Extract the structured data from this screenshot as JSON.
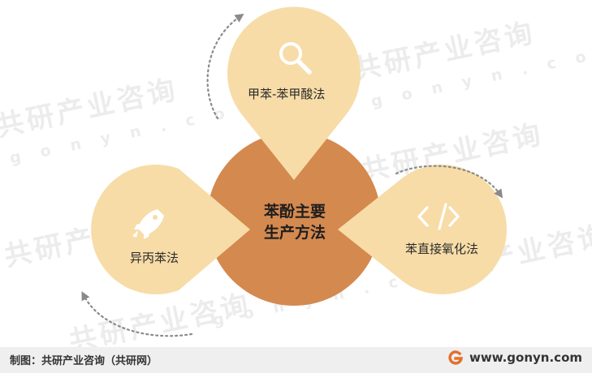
{
  "center": {
    "line1": "苯酚主要",
    "line2": "生产方法"
  },
  "methods": [
    {
      "label": "甲苯-苯甲酸法",
      "icon": "magnifier-icon"
    },
    {
      "label": "苯直接氧化法",
      "icon": "code-icon"
    },
    {
      "label": "异丙苯法",
      "icon": "rocket-icon"
    }
  ],
  "footer": {
    "source": "制图：共研产业咨询（共研网）",
    "url": "www.gonyn.com"
  },
  "watermark": {
    "brand": "共研产业咨询",
    "domain": "g o n y n . c o m"
  },
  "colors": {
    "center": "#d4894f",
    "petal": "#f7dca7",
    "arrow": "#8a8a8a",
    "icon": "#ffffff"
  }
}
